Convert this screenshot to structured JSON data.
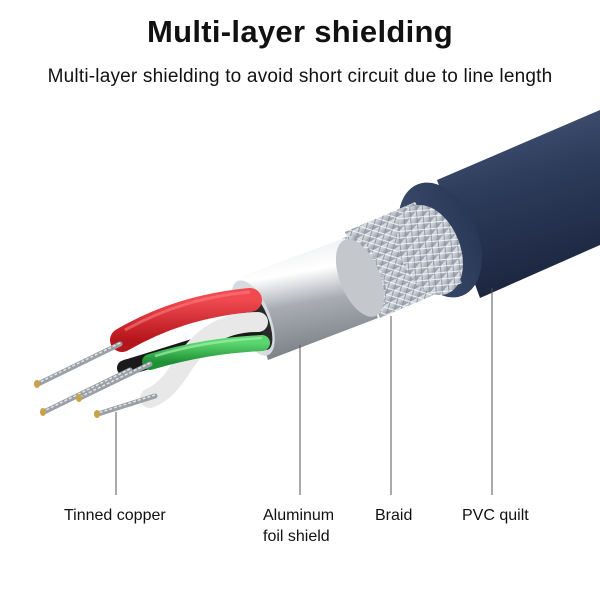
{
  "title": "Multi-layer shielding",
  "subtitle": "Multi-layer shielding to avoid short circuit due to line length",
  "labels": {
    "tinned_copper": "Tinned copper",
    "aluminum_foil_line1": "Aluminum",
    "aluminum_foil_line2": "foil shield",
    "braid": "Braid",
    "pvc_quilt": "PVC quilt"
  },
  "colors": {
    "pvc_jacket": "#2e3d5c",
    "braid": "#c9cfd6",
    "foil": "#b9bcc1",
    "wire_red": "#d8212a",
    "wire_green": "#2fb64a",
    "wire_white": "#eeeeee",
    "wire_black": "#1a1a1a",
    "copper_tip": "#c9a24a",
    "leader_line": "#555555"
  }
}
